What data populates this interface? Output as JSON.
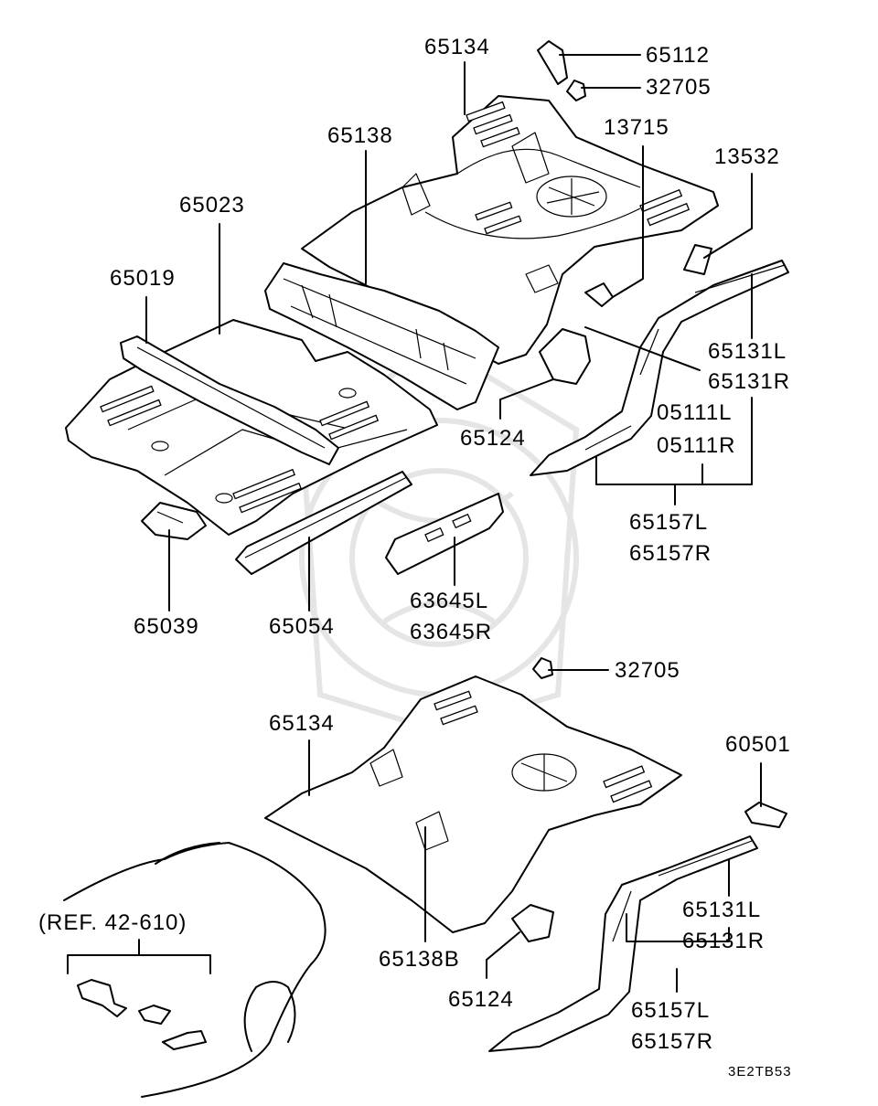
{
  "labels": {
    "p65134_top": "65134",
    "p65112": "65112",
    "p32705_top": "32705",
    "p65138": "65138",
    "p13715": "13715",
    "p13532": "13532",
    "p65023": "65023",
    "p65019": "65019",
    "p65131L_top": "65131L",
    "p65131R_top": "65131R",
    "p05111L": "05111L",
    "p05111R": "05111R",
    "p65124_top": "65124",
    "p65157L_top": "65157L",
    "p65157R_top": "65157R",
    "p63645L": "63645L",
    "p63645R": "63645R",
    "p65039": "65039",
    "p65054": "65054",
    "p32705_bottom": "32705",
    "p65134_bottom": "65134",
    "p60501": "60501",
    "p65131L_bottom": "65131L",
    "p65131R_bottom": "65131R",
    "p65138B": "65138B",
    "p65124_bottom": "65124",
    "p65157L_bottom": "65157L",
    "p65157R_bottom": "65157R",
    "ref": "(REF. 42-610)",
    "code": "3E2TB53"
  }
}
